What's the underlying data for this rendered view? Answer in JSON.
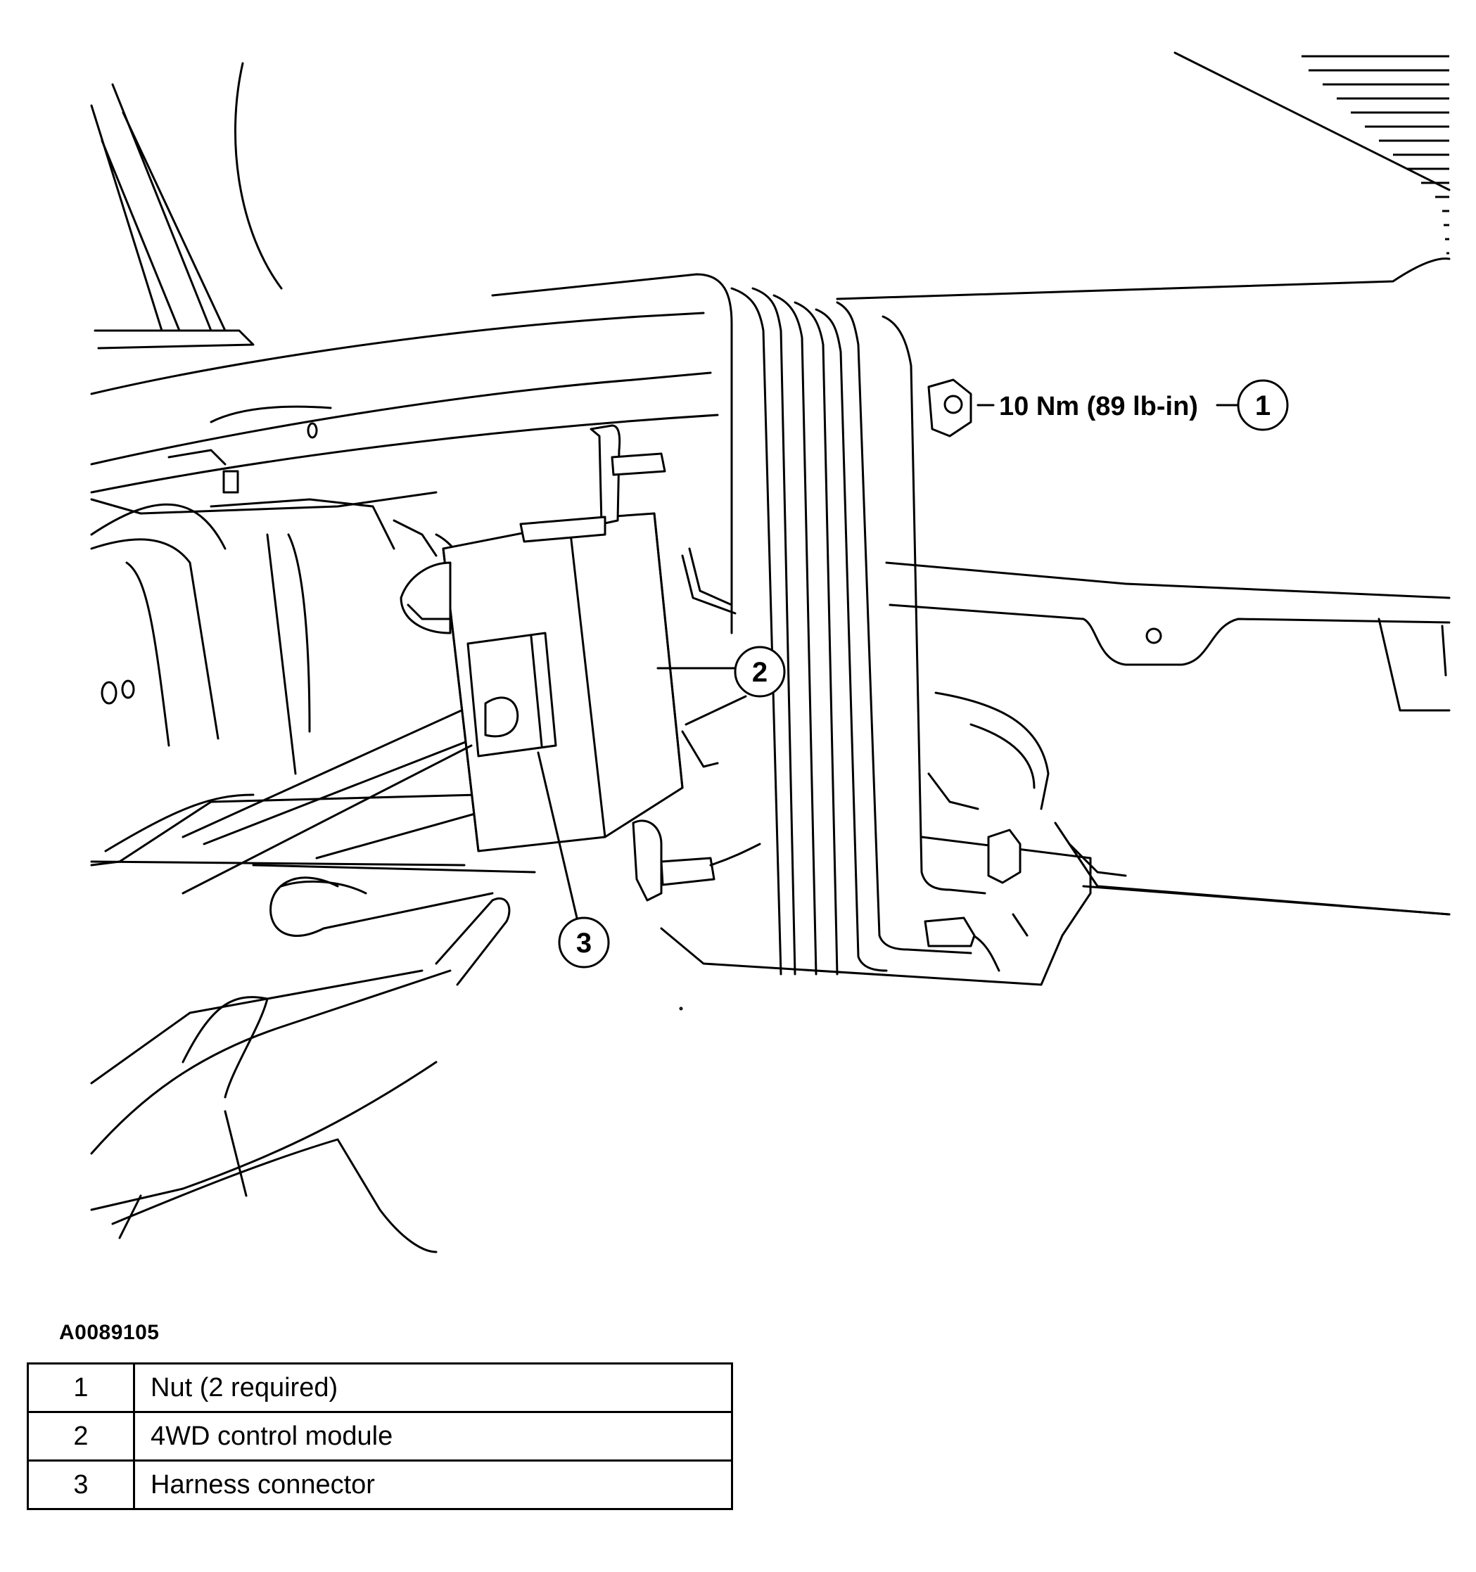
{
  "figure": {
    "id_label": "A0089105",
    "torque_spec": "10 Nm (89 lb-in)",
    "callouts": [
      "1",
      "2",
      "3"
    ]
  },
  "legend": {
    "rows": [
      {
        "num": "1",
        "desc": "Nut (2 required)"
      },
      {
        "num": "2",
        "desc": "4WD control module"
      },
      {
        "num": "3",
        "desc": "Harness connector"
      }
    ]
  }
}
